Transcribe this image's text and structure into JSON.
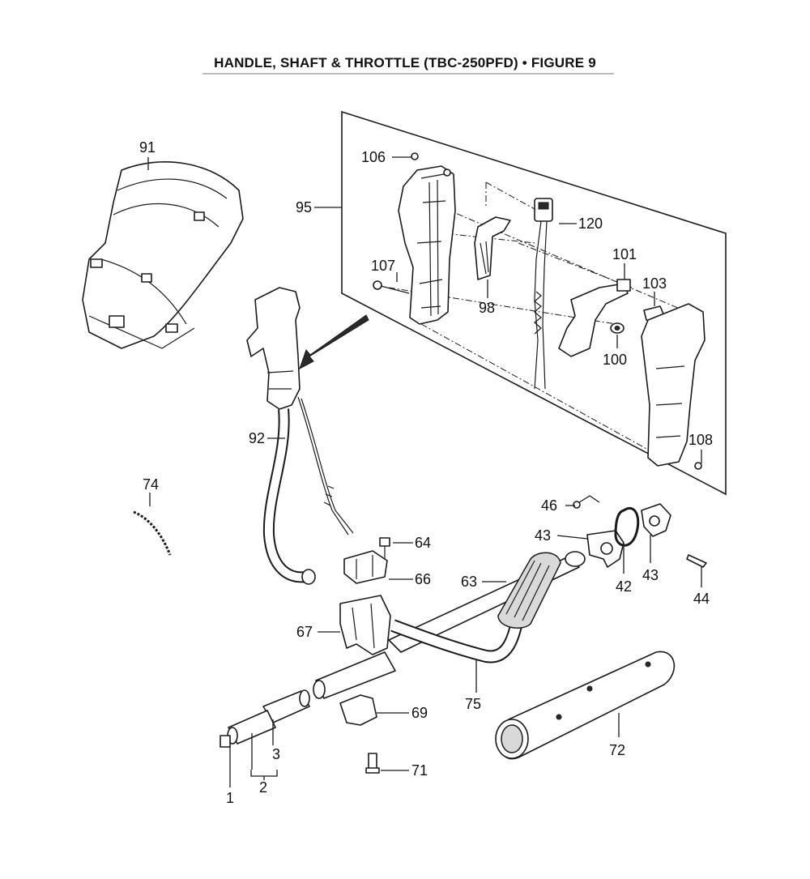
{
  "title": "HANDLE, SHAFT & THROTTLE (TBC-250PFD)  •  FIGURE 9",
  "parts": {
    "p1": "1",
    "p2": "2",
    "p3": "3",
    "p42": "42",
    "p43a": "43",
    "p43b": "43",
    "p44": "44",
    "p46": "46",
    "p63": "63",
    "p64": "64",
    "p66": "66",
    "p67": "67",
    "p69": "69",
    "p71": "71",
    "p72": "72",
    "p74": "74",
    "p75": "75",
    "p91": "91",
    "p92": "92",
    "p95": "95",
    "p98": "98",
    "p100": "100",
    "p101": "101",
    "p103": "103",
    "p106": "106",
    "p107": "107",
    "p108": "108",
    "p120": "120"
  }
}
